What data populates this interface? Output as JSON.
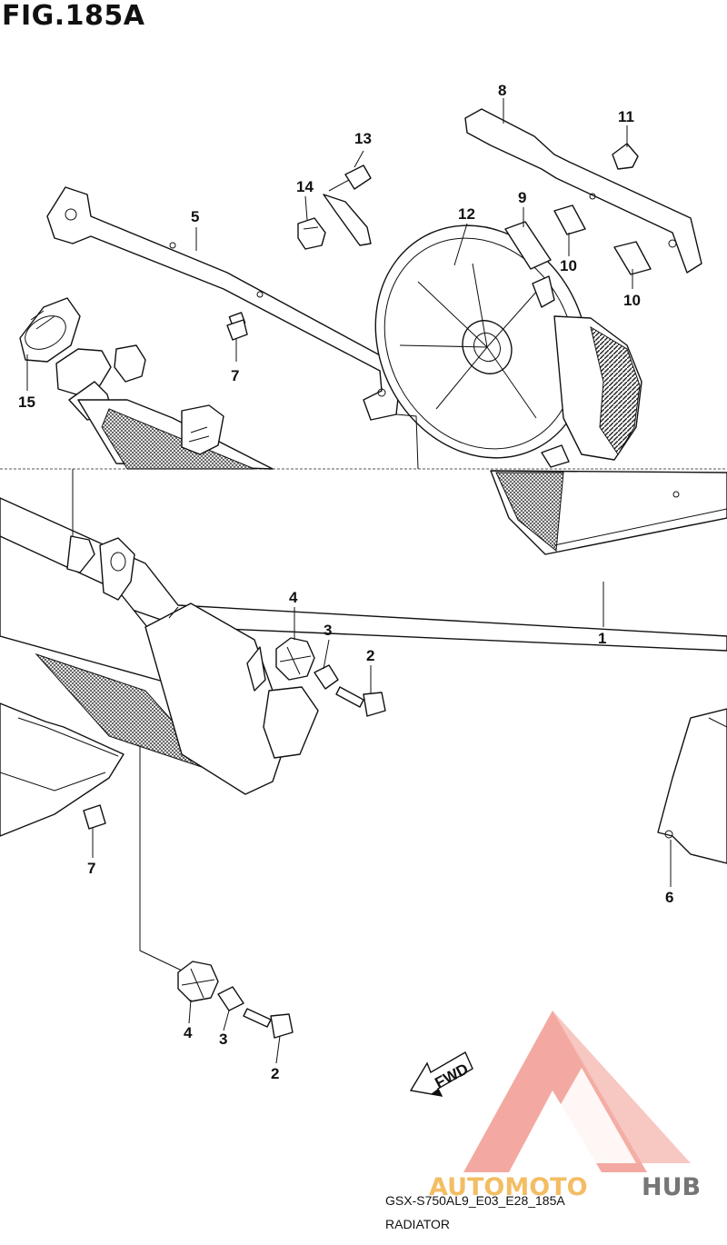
{
  "figure": {
    "title": "FIG.185A",
    "model_code": "GSX-S750AL9_E03_E28_185A",
    "section_name": "RADIATOR"
  },
  "fwd_arrow": {
    "label": "FWD"
  },
  "callouts": [
    {
      "id": "c1",
      "number": "1"
    },
    {
      "id": "c2a",
      "number": "2"
    },
    {
      "id": "c2b",
      "number": "2"
    },
    {
      "id": "c3a",
      "number": "3"
    },
    {
      "id": "c3b",
      "number": "3"
    },
    {
      "id": "c4a",
      "number": "4"
    },
    {
      "id": "c4b",
      "number": "4"
    },
    {
      "id": "c5",
      "number": "5"
    },
    {
      "id": "c6",
      "number": "6"
    },
    {
      "id": "c7a",
      "number": "7"
    },
    {
      "id": "c7b",
      "number": "7"
    },
    {
      "id": "c8",
      "number": "8"
    },
    {
      "id": "c9",
      "number": "9"
    },
    {
      "id": "c10a",
      "number": "10"
    },
    {
      "id": "c10b",
      "number": "10"
    },
    {
      "id": "c11",
      "number": "11"
    },
    {
      "id": "c12",
      "number": "12"
    },
    {
      "id": "c13",
      "number": "13"
    },
    {
      "id": "c14",
      "number": "14"
    },
    {
      "id": "c15",
      "number": "15"
    }
  ],
  "watermark": {
    "brand_left": "AUTOMOTO",
    "brand_right": "HUB",
    "colors": {
      "primary": "#f08a80",
      "accent": "#f2b24a",
      "dark": "#444444"
    }
  }
}
